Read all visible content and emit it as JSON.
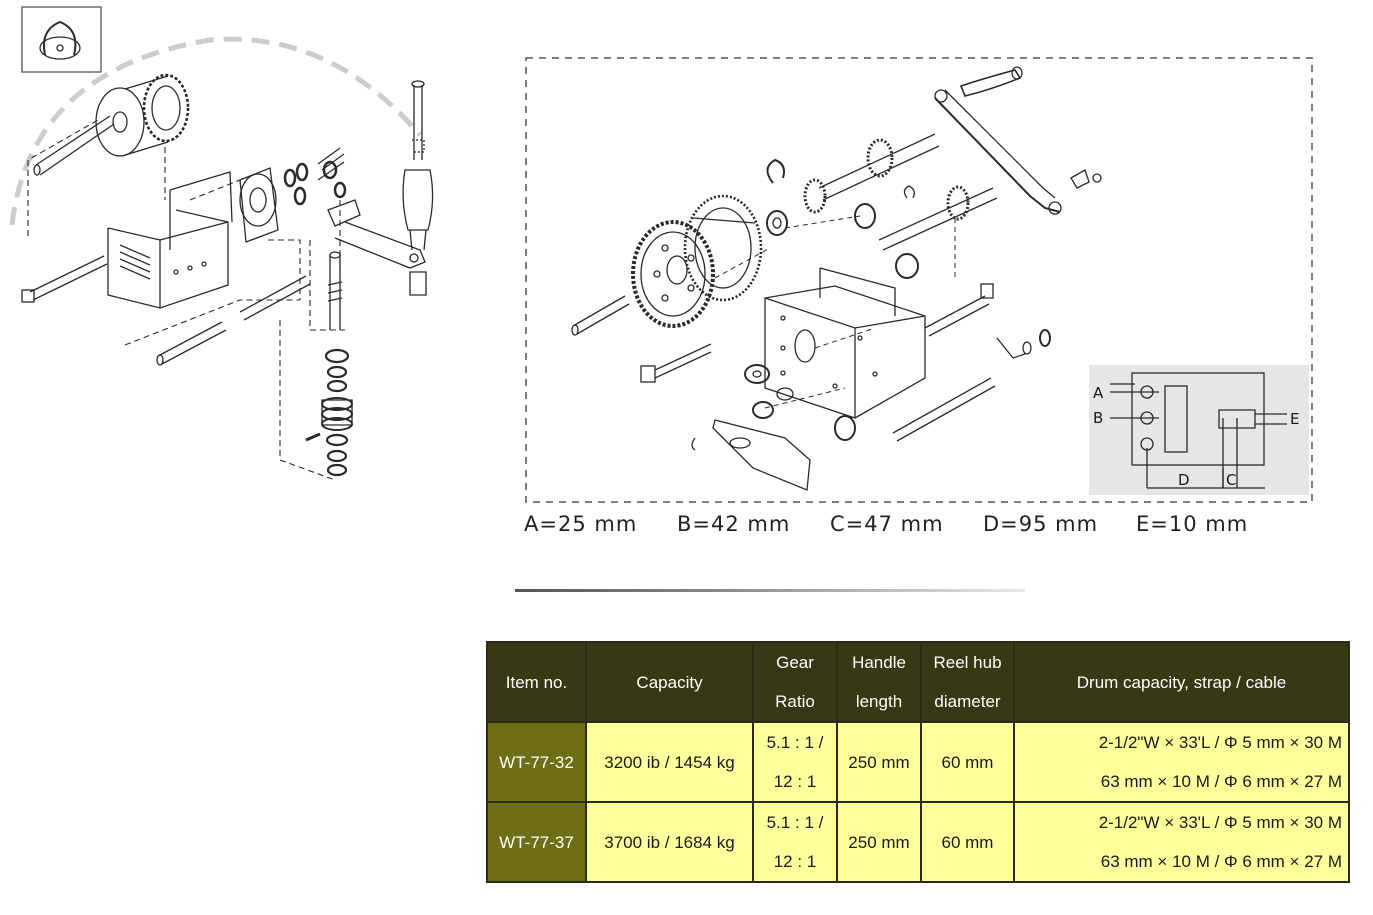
{
  "callout_labels": {
    "a": "A",
    "b": "B",
    "c": "C",
    "d": "D",
    "e": "E"
  },
  "dimensions": [
    {
      "text": "A=25 mm"
    },
    {
      "text": "B=42 mm"
    },
    {
      "text": "C=47 mm"
    },
    {
      "text": "D=95 mm"
    },
    {
      "text": "E=10 mm"
    }
  ],
  "table": {
    "headers": {
      "item_no": "Item no.",
      "capacity": "Capacity",
      "gear_ratio": [
        "Gear",
        "Ratio"
      ],
      "handle_length": [
        "Handle",
        "length"
      ],
      "reel_hub_diameter": [
        "Reel hub",
        "diameter"
      ],
      "drum_capacity": "Drum capacity, strap / cable"
    },
    "rows": [
      {
        "item_no": "WT-77-32",
        "capacity": "3200 ib / 1454 kg",
        "gear_ratio": [
          "5.1 : 1 /",
          "12 : 1"
        ],
        "handle_length": "250 mm",
        "reel_hub_diameter": "60 mm",
        "drum_capacity": [
          "2-1/2\"W × 33'L / Φ 5 mm × 30 M",
          "63 mm × 10 M / Φ 6 mm × 27 M"
        ]
      },
      {
        "item_no": "WT-77-37",
        "capacity": "3700 ib / 1684 kg",
        "gear_ratio": [
          "5.1 : 1 /",
          "12 : 1"
        ],
        "handle_length": "250 mm",
        "reel_hub_diameter": "60 mm",
        "drum_capacity": [
          "2-1/2\"W × 33'L / Φ 5 mm × 30 M",
          "63 mm × 10 M / Φ 6 mm × 27 M"
        ]
      }
    ]
  }
}
